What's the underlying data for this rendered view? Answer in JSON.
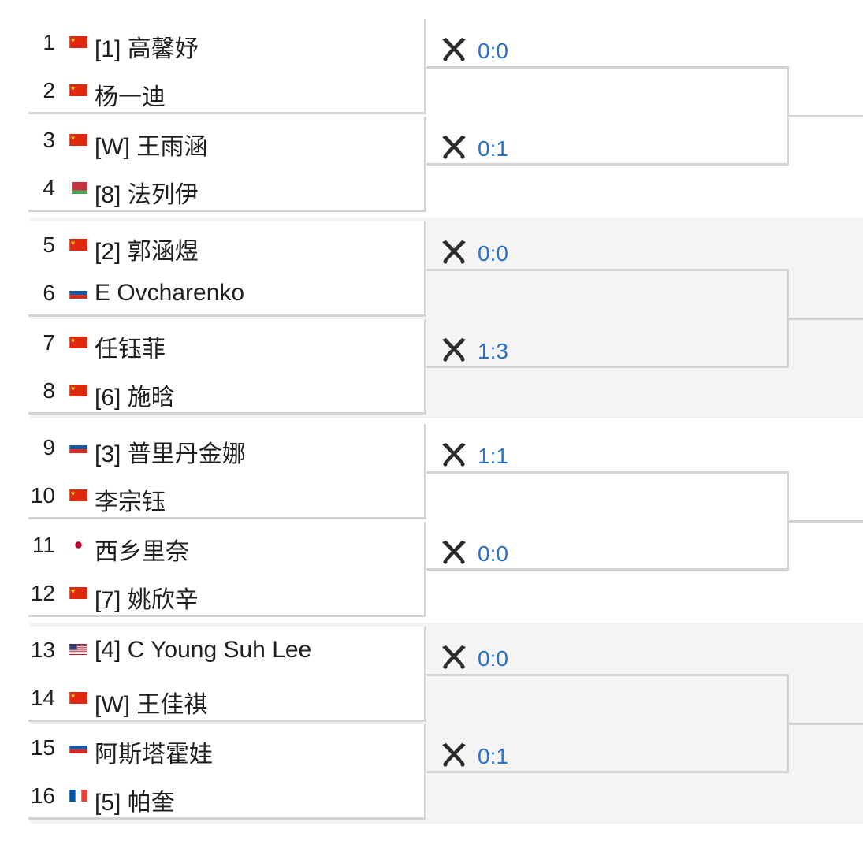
{
  "players": [
    {
      "seed": "1",
      "entry": "[1] 高馨妤",
      "flag": "cn"
    },
    {
      "seed": "2",
      "entry": " 杨一迪",
      "flag": "cn"
    },
    {
      "seed": "3",
      "entry": "[W] 王雨涵",
      "flag": "cn"
    },
    {
      "seed": "4",
      "entry": "[8] 法列伊",
      "flag": "by"
    },
    {
      "seed": "5",
      "entry": "[2] 郭涵煜",
      "flag": "cn"
    },
    {
      "seed": "6",
      "entry": " E Ovcharenko",
      "flag": "ru"
    },
    {
      "seed": "7",
      "entry": " 任钰菲",
      "flag": "cn"
    },
    {
      "seed": "8",
      "entry": "[6] 施晗",
      "flag": "cn"
    },
    {
      "seed": "9",
      "entry": "[3] 普里丹金娜",
      "flag": "ru"
    },
    {
      "seed": "10",
      "entry": " 李宗钰",
      "flag": "cn"
    },
    {
      "seed": "11",
      "entry": " 西乡里奈",
      "flag": "jp"
    },
    {
      "seed": "12",
      "entry": "[7] 姚欣辛",
      "flag": "cn"
    },
    {
      "seed": "13",
      "entry": "[4] C Young Suh Lee",
      "flag": "us"
    },
    {
      "seed": "14",
      "entry": "[W] 王佳祺",
      "flag": "cn"
    },
    {
      "seed": "15",
      "entry": " 阿斯塔霍娃",
      "flag": "ru"
    },
    {
      "seed": "16",
      "entry": "[5] 帕奎",
      "flag": "fr"
    }
  ],
  "matches": [
    "0:0",
    "0:1",
    "0:0",
    "1:3",
    "1:1",
    "0:0",
    "0:0",
    "0:1"
  ],
  "icons": {
    "match": "crossed-swords-icon"
  },
  "colors": {
    "score_link": "#2a72c7",
    "line": "#d3d3d3",
    "band": "#f4f4f5"
  }
}
